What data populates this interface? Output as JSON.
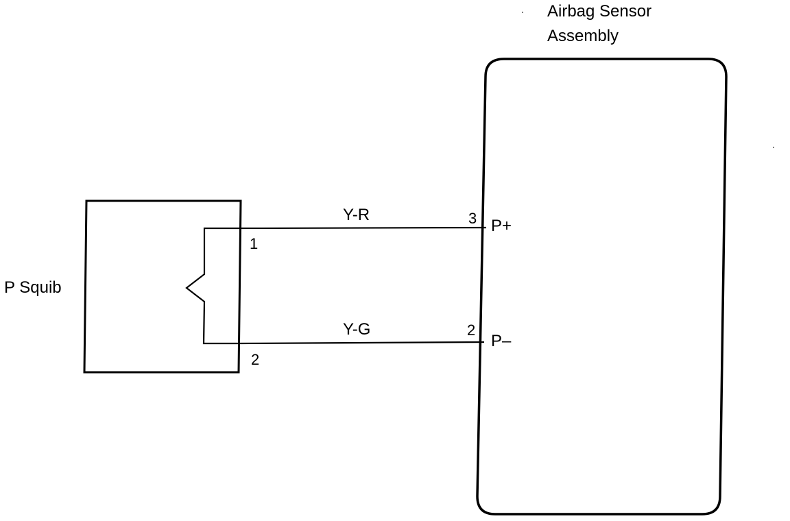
{
  "sensor": {
    "title_line1": "Airbag Sensor",
    "title_line2": "Assembly",
    "pins": [
      {
        "number": "3",
        "name": "P+"
      },
      {
        "number": "2",
        "name": "P–"
      }
    ]
  },
  "squib": {
    "label": "P Squib",
    "terminals": [
      "1",
      "2"
    ]
  },
  "wires": [
    {
      "color_code": "Y-R"
    },
    {
      "color_code": "Y-G"
    }
  ]
}
